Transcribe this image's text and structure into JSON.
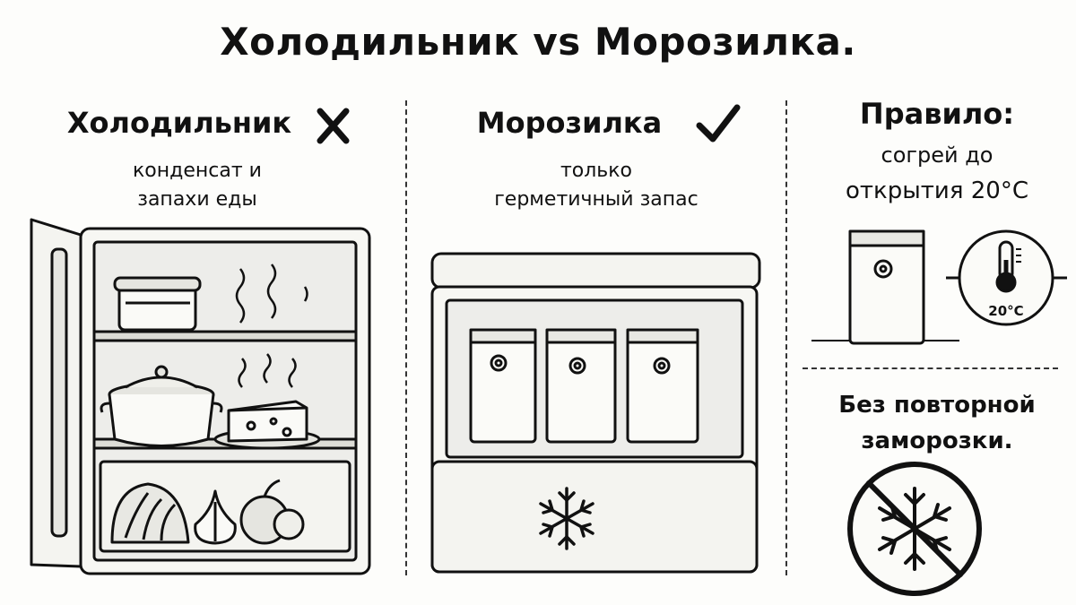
{
  "title": "Холодильник vs Морозилка.",
  "fridge": {
    "heading": "Холодильник",
    "verdict_icon": "cross-icon",
    "note_line1": "конденсат и",
    "note_line2": "запахи еды"
  },
  "freezer": {
    "heading": "Морозилка",
    "verdict_icon": "check-icon",
    "note_line1": "только",
    "note_line2": "герметичный запас"
  },
  "rule": {
    "heading": "Правило:",
    "line1": "согрей до",
    "line2": "открытия 20°C",
    "thermometer_label": "20°C"
  },
  "no_refreeze": {
    "line1": "Без повторной",
    "line2": "заморозки."
  }
}
